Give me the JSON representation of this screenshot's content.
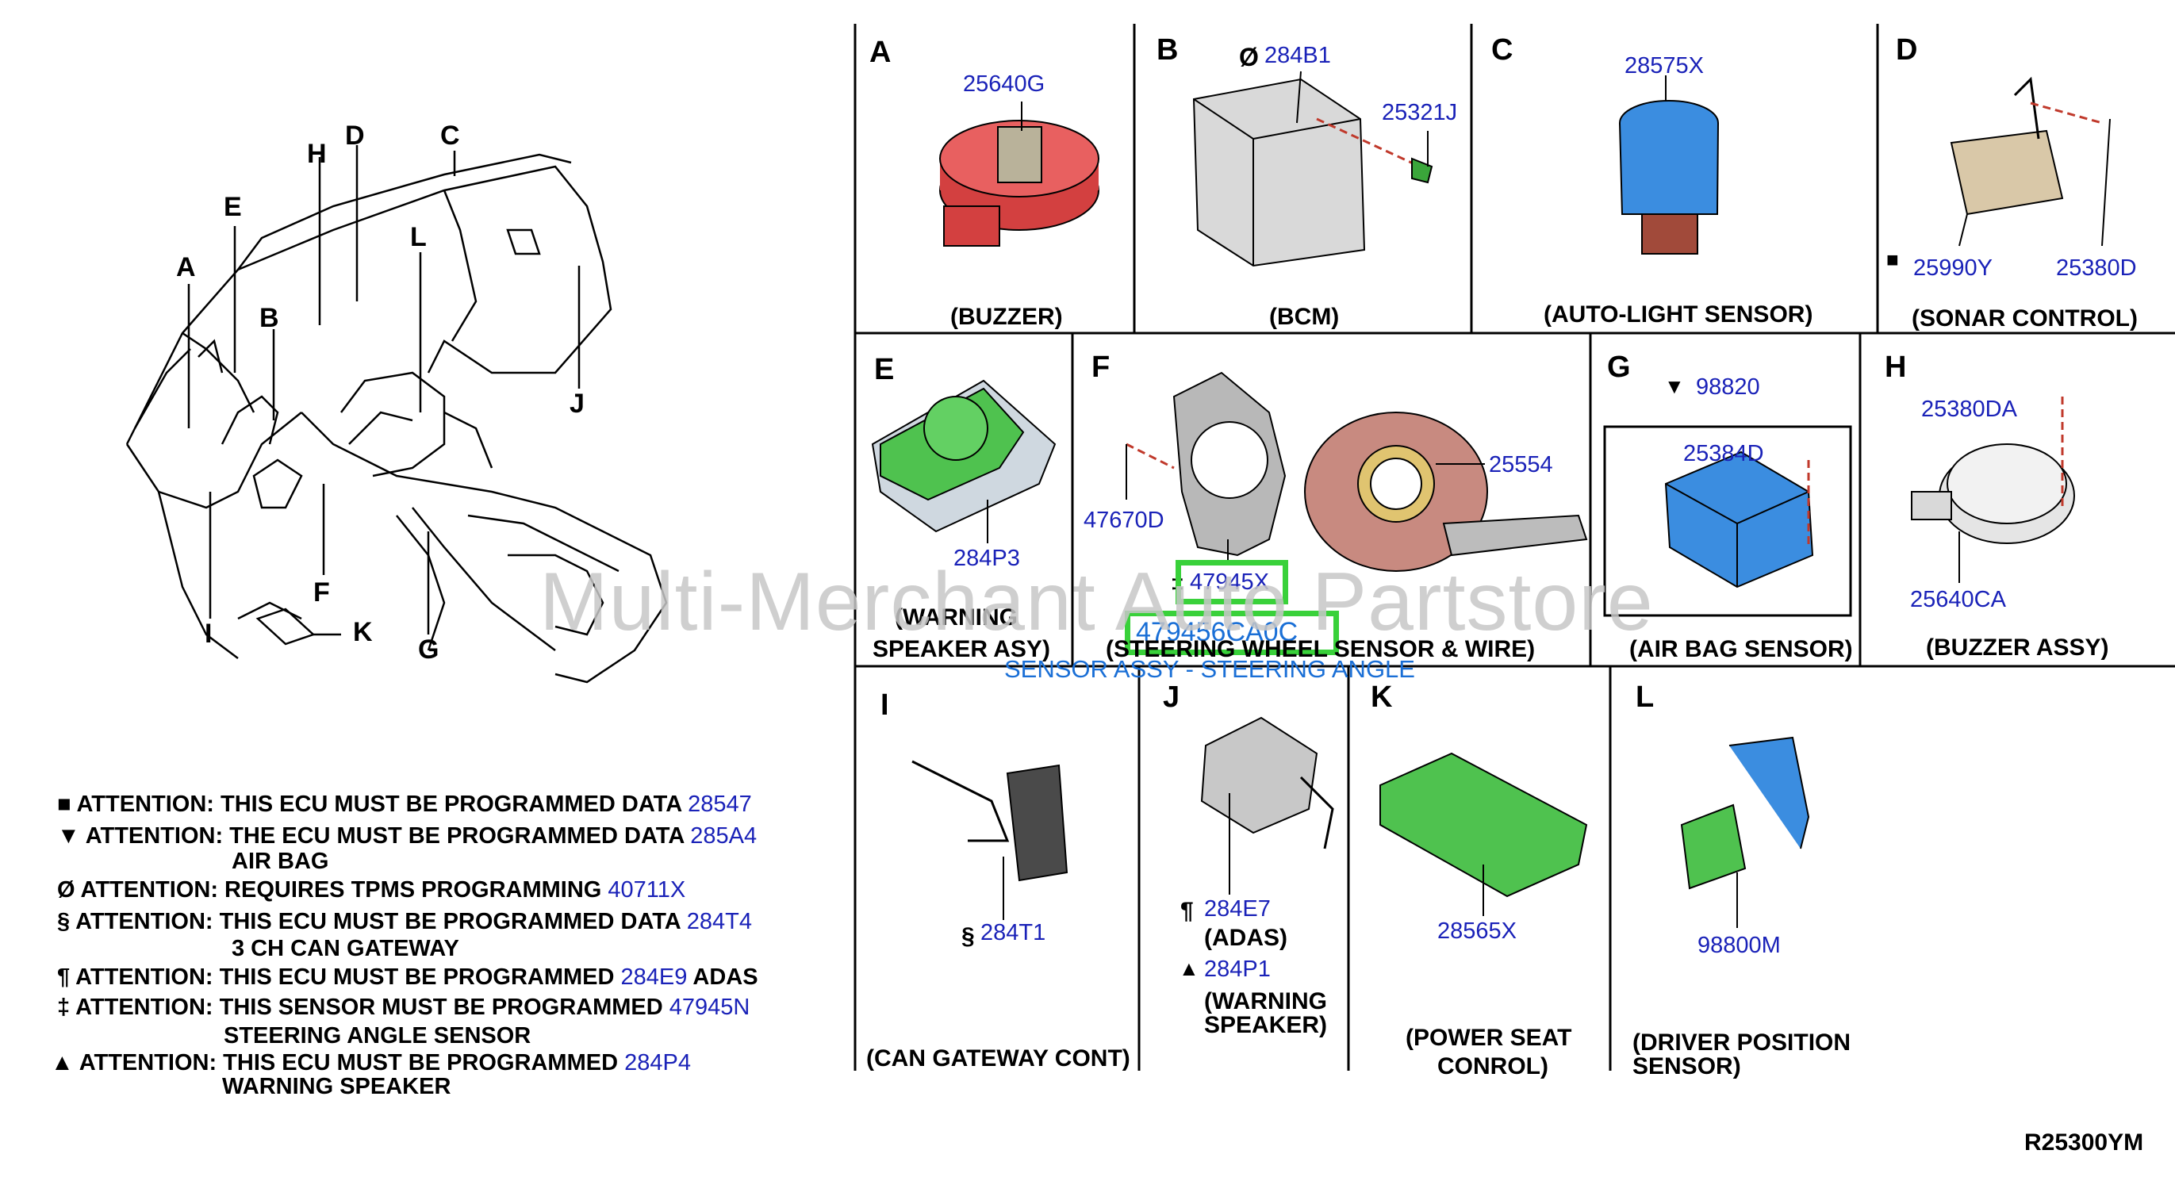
{
  "overview": {
    "letters": [
      "A",
      "B",
      "C",
      "D",
      "E",
      "F",
      "G",
      "H",
      "I",
      "J",
      "K",
      "L"
    ]
  },
  "watermark": "Multi-Merchant Auto Partstore",
  "diagram_ref": "R25300YM",
  "cells": {
    "A": {
      "letter": "A",
      "parts": [
        "25640G"
      ],
      "caption": "(BUZZER)"
    },
    "B": {
      "letter": "B",
      "parts": [
        "284B1",
        "25321J"
      ],
      "sym": "Ø",
      "caption": "(BCM)"
    },
    "C": {
      "letter": "C",
      "parts": [
        "28575X"
      ],
      "caption": "(AUTO-LIGHT SENSOR)"
    },
    "D": {
      "letter": "D",
      "parts": [
        "25990Y",
        "25380D"
      ],
      "sym": "■",
      "caption": "(SONAR CONTROL)"
    },
    "E": {
      "letter": "E",
      "parts": [
        "284P3"
      ],
      "caption1": "(WARNING",
      "caption2": "SPEAKER ASY)"
    },
    "F": {
      "letter": "F",
      "parts": [
        "47670D",
        "25554",
        "47945X"
      ],
      "sym": "‡",
      "caption": "(STEERING WHEEL SENSOR & WIRE)",
      "highlight_part": "479456CA0C",
      "highlight_desc": "SENSOR ASSY - STEERING ANGLE"
    },
    "G": {
      "letter": "G",
      "parts": [
        "98820",
        "25384D"
      ],
      "sym": "▼",
      "caption": "(AIR BAG SENSOR)"
    },
    "H": {
      "letter": "H",
      "parts": [
        "25380DA",
        "25640CA"
      ],
      "caption": "(BUZZER ASSY)"
    },
    "I": {
      "letter": "I",
      "parts": [
        "284T1"
      ],
      "sym": "§",
      "caption": "(CAN GATEWAY CONT)"
    },
    "J": {
      "letter": "J",
      "parts": [
        "284E7",
        "284P1"
      ],
      "sym1": "¶",
      "sym2": "▲",
      "cap_adas": "(ADAS)",
      "cap_ws1": "(WARNING",
      "cap_ws2": "SPEAKER)"
    },
    "K": {
      "letter": "K",
      "parts": [
        "28565X"
      ],
      "caption1": "(POWER SEAT",
      "caption2": "CONROL)"
    },
    "L": {
      "letter": "L",
      "parts": [
        "98800M"
      ],
      "caption1": "(DRIVER POSITION",
      "caption2": "SENSOR)"
    }
  },
  "attentions": [
    {
      "sym": "■",
      "text": "ATTENTION: THIS ECU MUST BE PROGRAMMED DATA",
      "part": "28547",
      "sub": ""
    },
    {
      "sym": "▼",
      "text": "ATTENTION: THE ECU MUST BE PROGRAMMED DATA",
      "part": "285A4",
      "sub": "AIR BAG"
    },
    {
      "sym": "Ø",
      "text": "ATTENTION: REQUIRES TPMS PROGRAMMING",
      "part": "40711X",
      "sub": ""
    },
    {
      "sym": "§",
      "text": "ATTENTION: THIS ECU MUST BE PROGRAMMED DATA",
      "part": "284T4",
      "sub": "3 CH CAN GATEWAY"
    },
    {
      "sym": "¶",
      "text": "ATTENTION: THIS ECU MUST BE PROGRAMMED",
      "part": "284E9",
      "tail": "ADAS",
      "sub": ""
    },
    {
      "sym": "‡",
      "text": "ATTENTION: THIS SENSOR MUST BE PROGRAMMED",
      "part": "47945N",
      "sub": "STEERING ANGLE SENSOR"
    },
    {
      "sym": "▲",
      "text": "ATTENTION: THIS ECU MUST BE PROGRAMMED",
      "part": "284P4",
      "sub": "WARNING SPEAKER"
    }
  ],
  "colors": {
    "part_link": "#1a22b8",
    "highlight": "#39d13a",
    "highlight_text": "#1a6fd6"
  }
}
